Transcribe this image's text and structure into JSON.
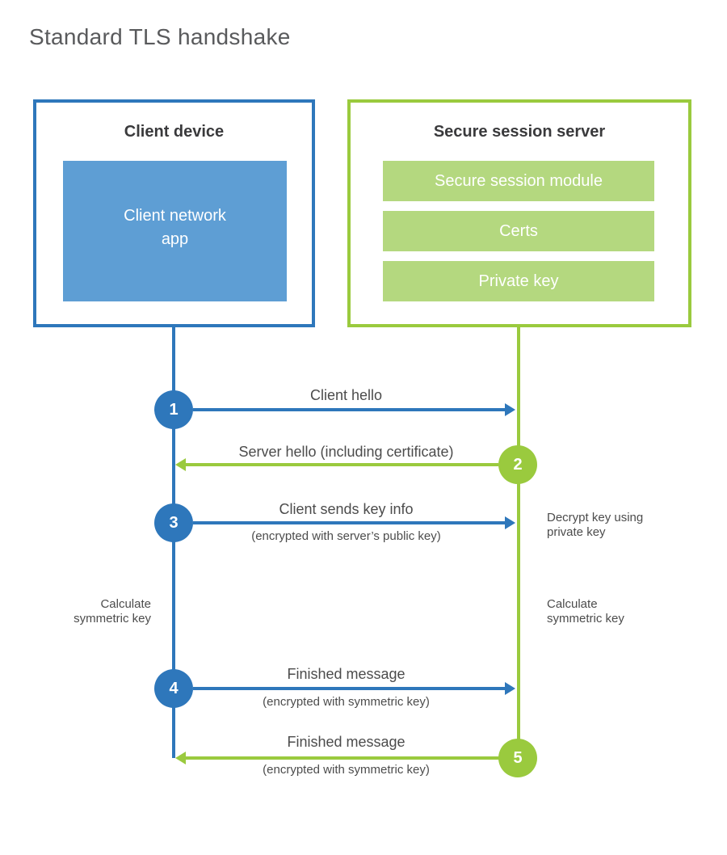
{
  "title": "Standard TLS handshake",
  "colors": {
    "blue": "#2e77bb",
    "blue_light": "#5e9ed4",
    "green": "#9aca3e",
    "green_light": "#b4d87f"
  },
  "client": {
    "heading": "Client device",
    "app_label": "Client network\napp"
  },
  "server": {
    "heading": "Secure session server",
    "modules": [
      "Secure session module",
      "Certs",
      "Private key"
    ]
  },
  "steps": [
    {
      "num": "1",
      "from": "client",
      "label": "Client hello",
      "sublabel": ""
    },
    {
      "num": "2",
      "from": "server",
      "label": "Server hello (including certificate)",
      "sublabel": ""
    },
    {
      "num": "3",
      "from": "client",
      "label": "Client sends key info",
      "sublabel": "(encrypted with server’s public key)"
    },
    {
      "num": "4",
      "from": "client",
      "label": "Finished message",
      "sublabel": "(encrypted with symmetric key)"
    },
    {
      "num": "5",
      "from": "server",
      "label": "Finished message",
      "sublabel": "(encrypted with symmetric key)"
    }
  ],
  "notes": {
    "left_calculate": "Calculate\nsymmetric key",
    "right_decrypt": "Decrypt key using\nprivate key",
    "right_calculate": "Calculate\nsymmetric key"
  }
}
